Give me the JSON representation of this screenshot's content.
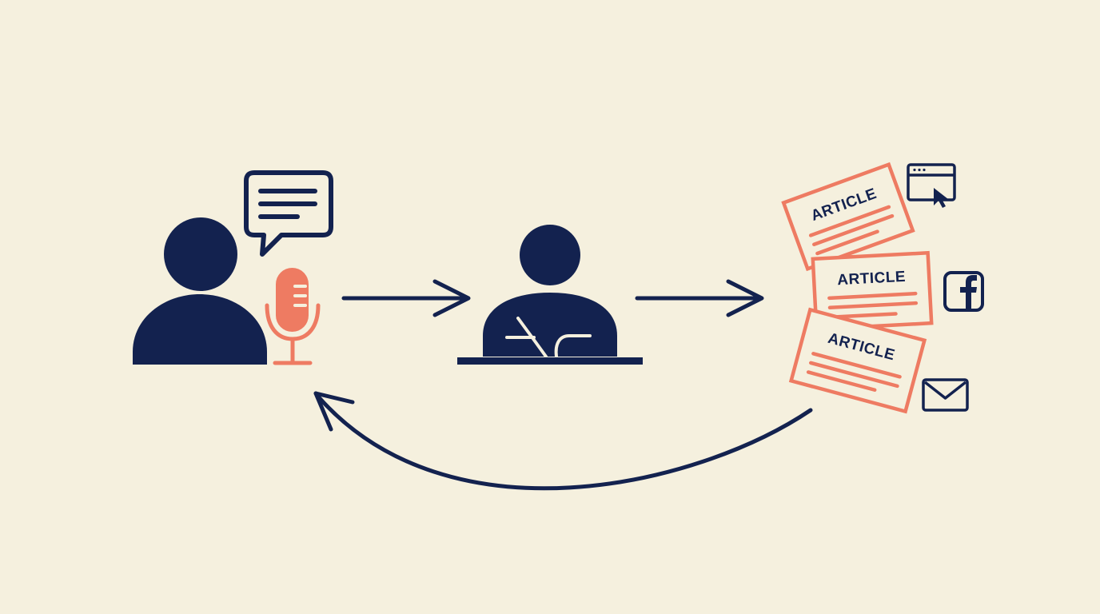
{
  "colors": {
    "background": "#f5f0de",
    "navy": "#13224f",
    "coral": "#ee7b62"
  },
  "articles": [
    {
      "label": "ARTICLE"
    },
    {
      "label": "ARTICLE"
    },
    {
      "label": "ARTICLE"
    }
  ],
  "icons": {
    "source": [
      "person-icon",
      "speech-bubble-icon",
      "microphone-icon"
    ],
    "writer": [
      "writer-at-desk-icon"
    ],
    "channels": [
      "browser-window-icon",
      "cursor-icon",
      "facebook-icon",
      "email-icon"
    ],
    "arrows": [
      "arrow-right-icon",
      "arrow-right-icon",
      "arrow-curved-back-icon"
    ]
  }
}
